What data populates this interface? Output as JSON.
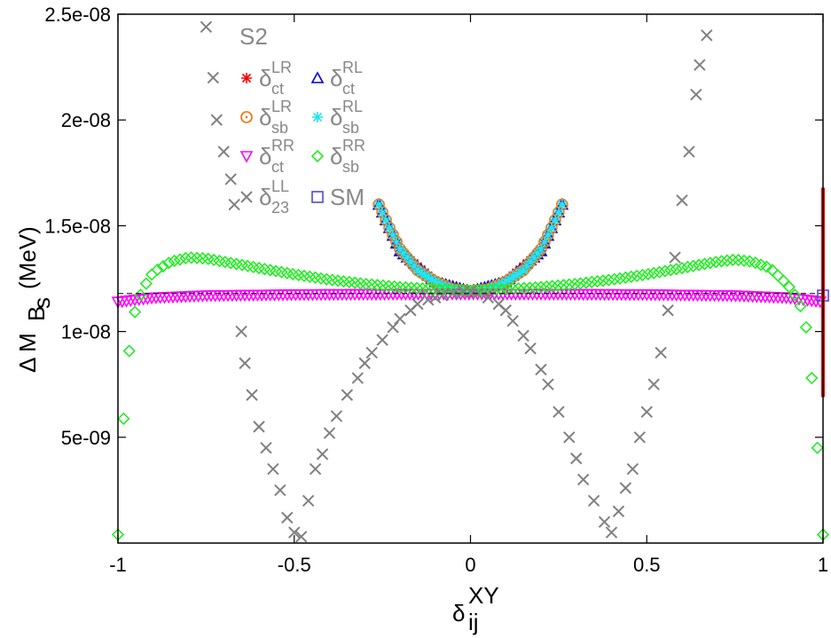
{
  "chart_data": {
    "type": "scatter",
    "xlabel": {
      "base": "δ",
      "sub": "ij",
      "sup": "XY"
    },
    "ylabel": {
      "text": "Δ M",
      "sub": "B",
      "subsub": "s",
      "unit": "(MeV)"
    },
    "xlim": [
      -1,
      1
    ],
    "ylim": [
      0,
      2.5e-08
    ],
    "x_ticks": [
      -1,
      -0.5,
      0,
      0.5,
      1
    ],
    "x_tick_labels": [
      "-1",
      "-0.5",
      "0",
      "0.5",
      "1"
    ],
    "y_ticks": [
      5e-09,
      1e-08,
      1.5e-08,
      2e-08,
      2.5e-08
    ],
    "y_tick_labels": [
      "5e-09",
      "1e-08",
      "1.5e-08",
      "2e-08",
      "2.5e-08"
    ],
    "grid": false,
    "legend_position": "top-left",
    "legend_title": "S2",
    "colors": {
      "ct_LR": "#ff0000",
      "ct_RL": "#0000cc",
      "sb_LR": "#ff6a00",
      "sb_RL": "#22e6ee",
      "ct_RR": "#ff00ff",
      "sb_RR": "#22ee22",
      "d23_LL": "#808080",
      "SM": "#4b4bd6",
      "experiment": "#ff0000"
    },
    "series": [
      {
        "key": "ct_LR",
        "label": {
          "base": "δ",
          "sub": "ct",
          "sup": "LR"
        },
        "marker": "asterisk",
        "x": [
          -0.26,
          -0.2,
          -0.1,
          0,
          0.1,
          0.2,
          0.26
        ],
        "y": [
          1.6e-08,
          1.38e-08,
          1.235e-08,
          1.19e-08,
          1.235e-08,
          1.38e-08,
          1.6e-08
        ]
      },
      {
        "key": "ct_RL",
        "label": {
          "base": "δ",
          "sub": "ct",
          "sup": "RL"
        },
        "marker": "triangle-up",
        "x": [
          -0.26,
          -0.2,
          -0.1,
          0,
          0.1,
          0.2,
          0.26
        ],
        "y": [
          1.6e-08,
          1.38e-08,
          1.235e-08,
          1.19e-08,
          1.235e-08,
          1.38e-08,
          1.6e-08
        ]
      },
      {
        "key": "sb_LR",
        "label": {
          "base": "δ",
          "sub": "sb",
          "sup": "LR"
        },
        "marker": "circle-dot",
        "x": [
          -0.26,
          -0.23,
          -0.2,
          -0.15,
          -0.1,
          -0.05,
          0,
          0.05,
          0.1,
          0.15,
          0.2,
          0.23,
          0.26
        ],
        "y": [
          1.6e-08,
          1.49e-08,
          1.39e-08,
          1.29e-08,
          1.235e-08,
          1.2e-08,
          1.19e-08,
          1.2e-08,
          1.235e-08,
          1.29e-08,
          1.39e-08,
          1.49e-08,
          1.6e-08
        ]
      },
      {
        "key": "sb_RL",
        "label": {
          "base": "δ",
          "sub": "sb",
          "sup": "RL"
        },
        "marker": "asterisk",
        "x": [
          -0.26,
          -0.23,
          -0.2,
          -0.15,
          -0.1,
          -0.05,
          0,
          0.05,
          0.1,
          0.15,
          0.2,
          0.23,
          0.26
        ],
        "y": [
          1.6e-08,
          1.49e-08,
          1.39e-08,
          1.29e-08,
          1.235e-08,
          1.2e-08,
          1.19e-08,
          1.2e-08,
          1.235e-08,
          1.29e-08,
          1.39e-08,
          1.49e-08,
          1.6e-08
        ]
      },
      {
        "key": "ct_RR",
        "label": {
          "base": "δ",
          "sub": "ct",
          "sup": "RR"
        },
        "marker": "triangle-down",
        "x": [
          -1,
          -0.9,
          -0.75,
          -0.5,
          -0.25,
          0,
          0.25,
          0.5,
          0.75,
          0.9,
          1
        ],
        "y": [
          1.14e-08,
          1.16e-08,
          1.17e-08,
          1.175e-08,
          1.177e-08,
          1.178e-08,
          1.177e-08,
          1.175e-08,
          1.17e-08,
          1.16e-08,
          1.14e-08
        ]
      },
      {
        "key": "sb_RR",
        "label": {
          "base": "δ",
          "sub": "sb",
          "sup": "RR"
        },
        "marker": "diamond",
        "x": [
          -1,
          -0.99,
          -0.98,
          -0.97,
          -0.96,
          -0.95,
          -0.93,
          -0.9,
          -0.85,
          -0.8,
          -0.75,
          -0.7,
          -0.6,
          -0.5,
          -0.4,
          -0.3,
          -0.2,
          -0.1,
          0,
          0.1,
          0.2,
          0.3,
          0.4,
          0.5,
          0.6,
          0.7,
          0.75,
          0.8,
          0.85,
          0.9,
          0.93,
          0.95,
          0.96,
          0.97,
          0.98,
          0.99,
          1
        ],
        "y": [
          4e-10,
          4.5e-09,
          6.8e-09,
          8.8e-09,
          1.02e-08,
          1.11e-08,
          1.2e-08,
          1.28e-08,
          1.33e-08,
          1.35e-08,
          1.345e-08,
          1.33e-08,
          1.3e-08,
          1.27e-08,
          1.245e-08,
          1.225e-08,
          1.21e-08,
          1.2e-08,
          1.195e-08,
          1.2e-08,
          1.21e-08,
          1.225e-08,
          1.245e-08,
          1.27e-08,
          1.3e-08,
          1.33e-08,
          1.34e-08,
          1.33e-08,
          1.3e-08,
          1.22e-08,
          1.15e-08,
          1.05e-08,
          9e-09,
          7.5e-09,
          5.5e-09,
          3e-09,
          4e-10
        ]
      },
      {
        "key": "d23_LL",
        "label": {
          "base": "δ",
          "sub": "23",
          "sup": "LL"
        },
        "marker": "cross",
        "x": [
          -0.75,
          -0.73,
          -0.72,
          -0.7,
          -0.68,
          -0.67,
          -0.65,
          -0.64,
          -0.62,
          -0.6,
          -0.58,
          -0.56,
          -0.54,
          -0.52,
          -0.5,
          -0.48,
          -0.46,
          -0.44,
          -0.42,
          -0.4,
          -0.38,
          -0.35,
          -0.32,
          -0.3,
          -0.28,
          -0.25,
          -0.22,
          -0.2,
          -0.17,
          -0.15,
          -0.12,
          -0.1,
          -0.08,
          -0.05,
          -0.02,
          0,
          0.02,
          0.05,
          0.08,
          0.1,
          0.12,
          0.15,
          0.17,
          0.2,
          0.22,
          0.25,
          0.28,
          0.3,
          0.32,
          0.35,
          0.38,
          0.4,
          0.42,
          0.44,
          0.46,
          0.48,
          0.5,
          0.52,
          0.54,
          0.56,
          0.58,
          0.6,
          0.62,
          0.64,
          0.65,
          0.67
        ],
        "y": [
          2.44e-08,
          2.2e-08,
          2e-08,
          1.85e-08,
          1.72e-08,
          1.6e-08,
          1e-08,
          8.5e-09,
          7e-09,
          5.5e-09,
          4.5e-09,
          3.5e-09,
          2.5e-09,
          1.2e-09,
          5e-10,
          3e-10,
          2e-09,
          3.5e-09,
          4.2e-09,
          5.2e-09,
          6e-09,
          7e-09,
          7.8e-09,
          8.5e-09,
          9e-09,
          9.6e-09,
          1.02e-08,
          1.06e-08,
          1.1e-08,
          1.13e-08,
          1.15e-08,
          1.16e-08,
          1.17e-08,
          1.18e-08,
          1.19e-08,
          1.19e-08,
          1.18e-08,
          1.16e-08,
          1.13e-08,
          1.1e-08,
          1.05e-08,
          9.8e-09,
          9.2e-09,
          8.2e-09,
          7.5e-09,
          6.2e-09,
          5e-09,
          4e-09,
          3e-09,
          2e-09,
          1e-09,
          5e-10,
          1.5e-09,
          2.6e-09,
          3.5e-09,
          5e-09,
          6.2e-09,
          7.5e-09,
          9e-09,
          1.1e-08,
          1.35e-08,
          1.62e-08,
          1.85e-08,
          2.12e-08,
          2.26e-08,
          2.4e-08
        ]
      },
      {
        "key": "SM",
        "label": {
          "base": "SM"
        },
        "marker": "square",
        "x": [
          1
        ],
        "y": [
          1.17e-08
        ],
        "hline": 1.18e-08
      }
    ],
    "experiment_bar": {
      "x": 1,
      "y_low": 6.9e-09,
      "y_high": 1.68e-08
    }
  }
}
